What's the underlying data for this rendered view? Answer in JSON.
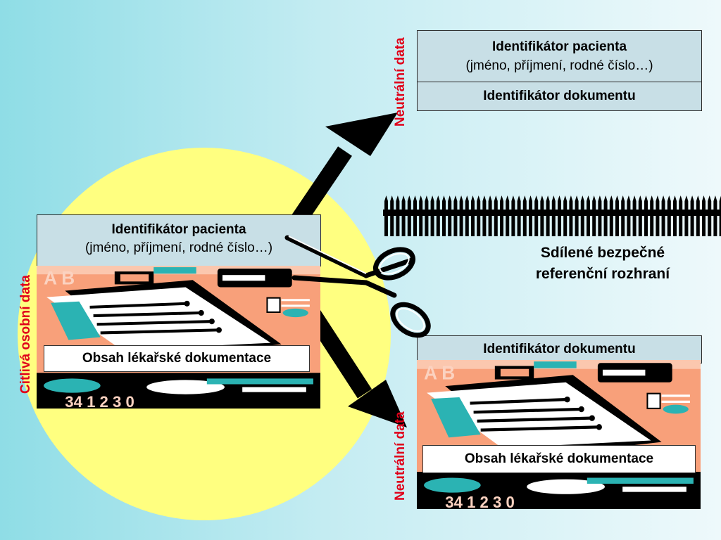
{
  "labels": {
    "sensitive_data": "Citlivá osobní data",
    "neutral_top": "Neutrální data",
    "neutral_bottom": "Neutrální data"
  },
  "left_box": {
    "title": "Identifikátor pacienta",
    "subtitle": "(jméno, příjmení, rodné číslo…)",
    "content_label": "Obsah lékařské dokumentace"
  },
  "top_right_box": {
    "title": "Identifikátor pacienta",
    "subtitle": "(jméno, příjmení, rodné číslo…)",
    "doc_id": "Identifikátor dokumentu"
  },
  "bottom_right_box": {
    "doc_id": "Identifikátor dokumentu",
    "content_label": "Obsah lékařské dokumentace"
  },
  "interface": {
    "line1": "Sdílené bezpečné",
    "line2": "referenční rozhraní"
  },
  "colors": {
    "circle": "#ffff80",
    "label_red": "#e0001a",
    "box_fill": "#c8dfe6",
    "clipart_salmon": "#f8a07a",
    "clipart_teal": "#2bb3b3"
  },
  "icons": [
    "scissors-icon",
    "arrow-up-right-icon",
    "arrow-down-right-icon",
    "fence-icon",
    "medical-document-clipart"
  ]
}
